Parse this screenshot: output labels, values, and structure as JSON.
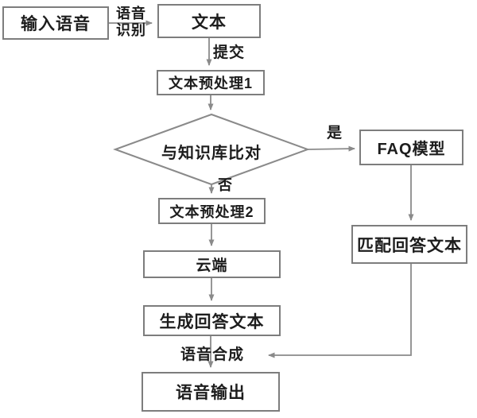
{
  "diagram": {
    "title": "speech-qa-flowchart",
    "nodes": {
      "input_speech": {
        "label": "输入语音"
      },
      "text": {
        "label": "文本"
      },
      "preprocess1": {
        "label": "文本预处理1"
      },
      "compare_kb": {
        "label": "与知识库比对"
      },
      "faq_model": {
        "label": "FAQ模型"
      },
      "match_answer": {
        "label": "匹配回答文本"
      },
      "preprocess2": {
        "label": "文本预处理2"
      },
      "cloud": {
        "label": "云端"
      },
      "generate_answer": {
        "label": "生成回答文本"
      },
      "speech_output": {
        "label": "语音输出"
      }
    },
    "edge_labels": {
      "speech_recognition": "语音\n识别",
      "submit": "提交",
      "yes": "是",
      "no": "否",
      "speech_synthesis": "语音合成"
    },
    "colors": {
      "line": "#8a8a8a",
      "node_border": "#7d7d7d",
      "text": "#1d1d1d",
      "background": "#ffffff"
    }
  }
}
